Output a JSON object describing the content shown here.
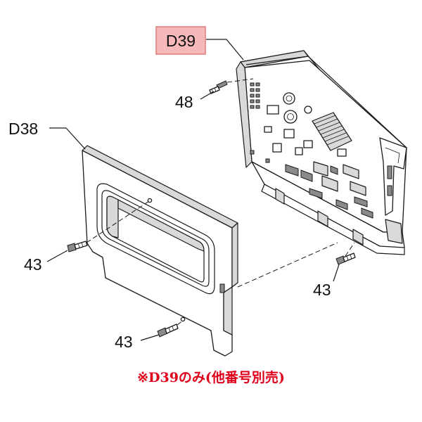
{
  "callouts": {
    "d39": "D39",
    "d38": "D38",
    "screw_48": "48",
    "screw_43_left": "43",
    "screw_43_bottom": "43",
    "screw_43_right": "43"
  },
  "highlight_color": "#f6b8b8",
  "note": {
    "text": "※D39のみ(他番号別売)",
    "color": "#e0001a"
  }
}
